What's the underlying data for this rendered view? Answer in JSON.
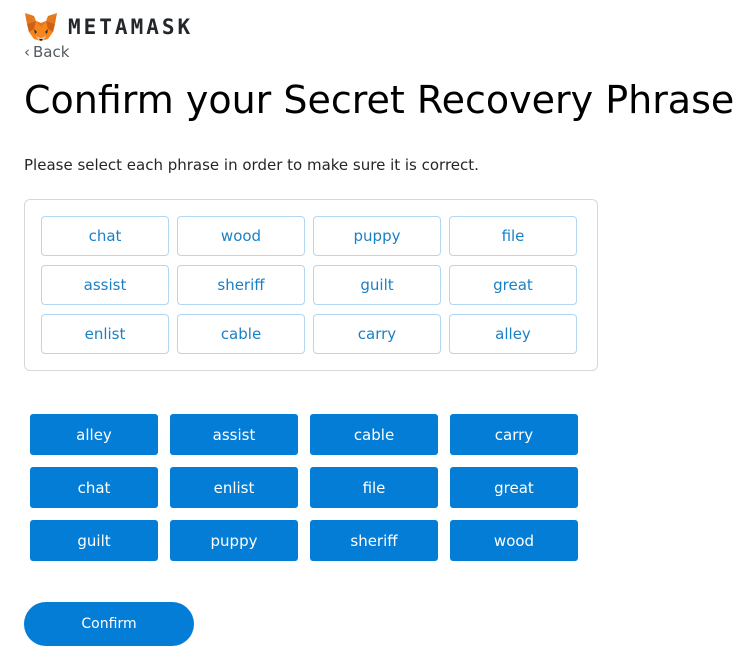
{
  "header": {
    "brand_name": "METAMASK",
    "logo_icon": "metamask-fox-icon",
    "brand_color": "#f6851b"
  },
  "navigation": {
    "back_label": "Back",
    "back_icon": "chevron-left-icon"
  },
  "page": {
    "title": "Confirm your Secret Recovery Phrase",
    "instruction": "Please select each phrase in order to make sure it is correct."
  },
  "selected_words": [
    "chat",
    "wood",
    "puppy",
    "file",
    "assist",
    "sheriff",
    "guilt",
    "great",
    "enlist",
    "cable",
    "carry",
    "alley"
  ],
  "word_options": [
    "alley",
    "assist",
    "cable",
    "carry",
    "chat",
    "enlist",
    "file",
    "great",
    "guilt",
    "puppy",
    "sheriff",
    "wood"
  ],
  "actions": {
    "confirm_label": "Confirm"
  },
  "colors": {
    "primary": "#037dd6",
    "selected_text": "#1b81c7",
    "selected_border": "#b3d7f0",
    "panel_border": "#d6d9dc"
  }
}
